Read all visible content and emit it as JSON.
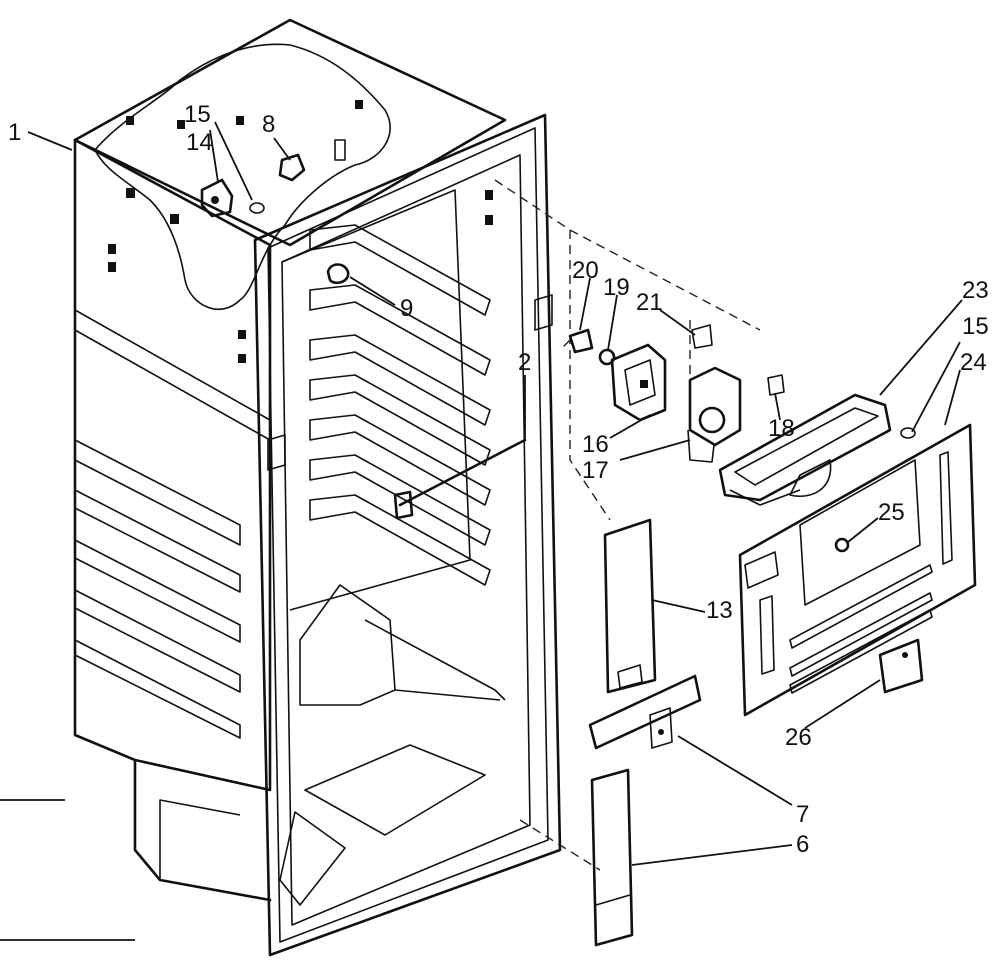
{
  "callouts": {
    "c1": "1",
    "c2": "2",
    "c6": "6",
    "c7": "7",
    "c8": "8",
    "c9": "9",
    "c13": "13",
    "c14": "14",
    "c15a": "15",
    "c15b": "15",
    "c16": "16",
    "c17": "17",
    "c18": "18",
    "c19": "19",
    "c20": "20",
    "c21": "21",
    "c23": "23",
    "c24": "24",
    "c25": "25",
    "c26": "26"
  }
}
